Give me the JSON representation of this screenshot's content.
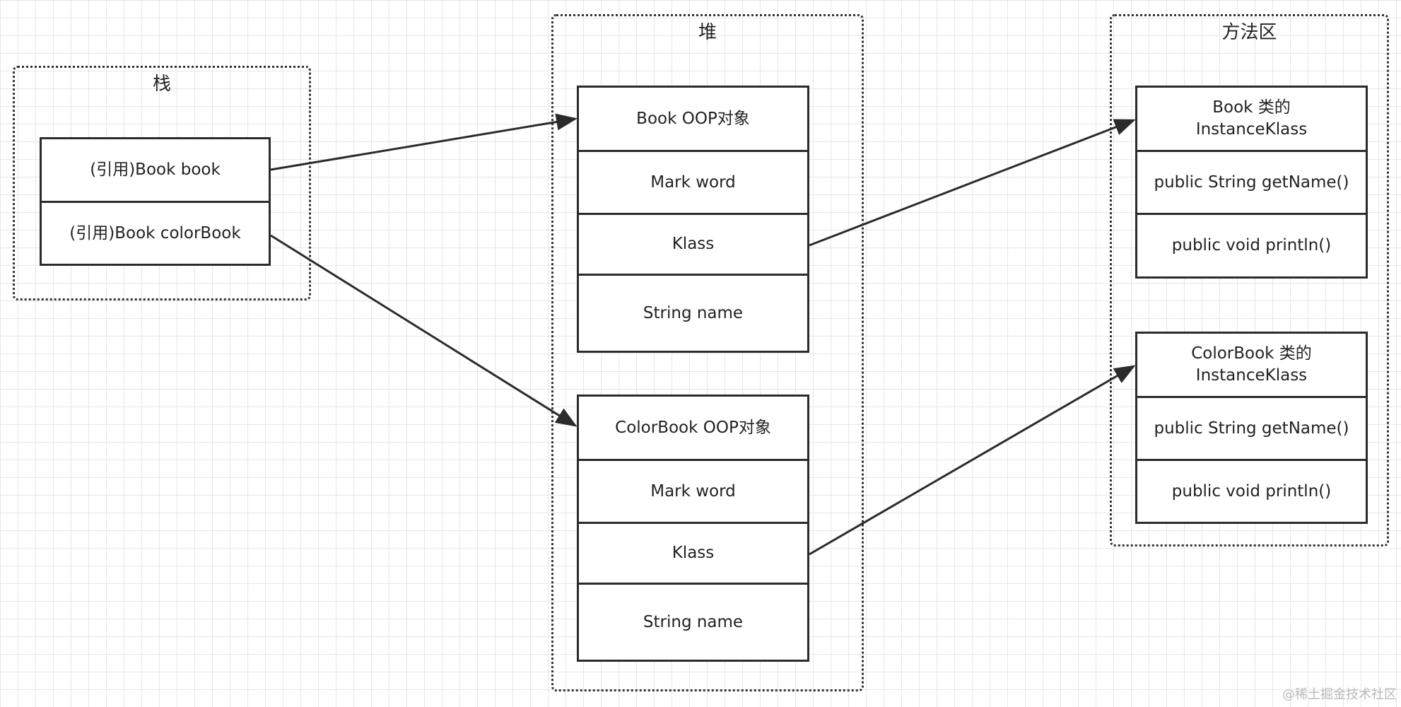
{
  "stack": {
    "title": "栈",
    "refs": [
      "(引用)Book book",
      "(引用)Book colorBook"
    ]
  },
  "heap": {
    "title": "堆",
    "objects": [
      {
        "header": "Book OOP对象",
        "mark": "Mark word",
        "klass": "Klass",
        "field": "String name"
      },
      {
        "header": "ColorBook OOP对象",
        "mark": "Mark word",
        "klass": "Klass",
        "field": "String name"
      }
    ]
  },
  "method_area": {
    "title": "方法区",
    "classes": [
      {
        "header": "Book 类的\nInstanceKlass",
        "method1": "public String getName()",
        "method2": "public void println()"
      },
      {
        "header": "ColorBook 类的\nInstanceKlass",
        "method1": "public String getName()",
        "method2": "public void println()"
      }
    ]
  },
  "watermark": "@稀土掘金技术社区",
  "colors": {
    "stroke": "#2b2b2b",
    "grid": "#e6e6e6",
    "background": "#ffffff"
  }
}
